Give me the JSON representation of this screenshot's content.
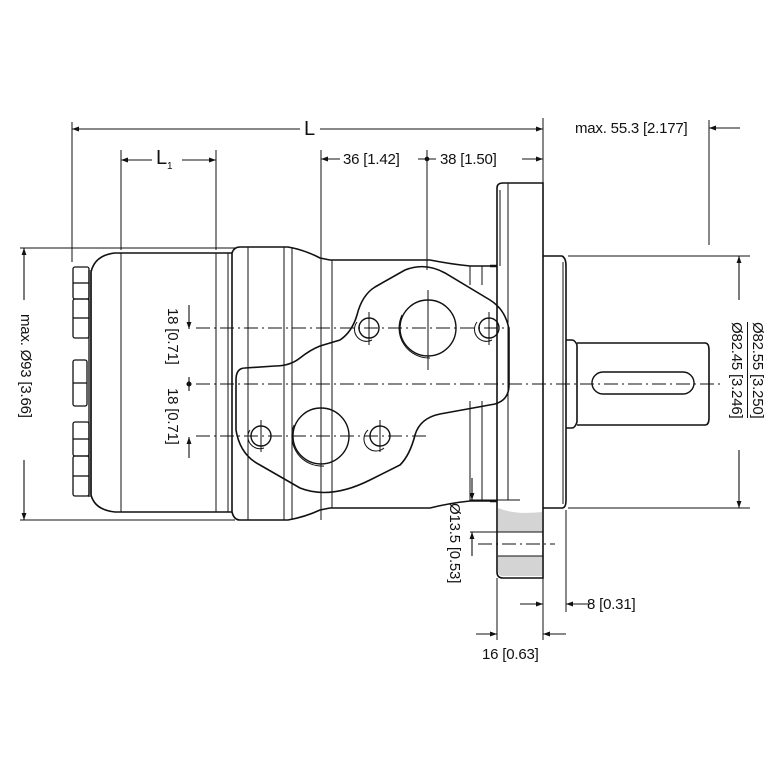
{
  "drawing": {
    "title": "Hydraulic motor dimensional drawing (side view)",
    "line_color": "#111111",
    "hatch_color": "#d4d4d4",
    "background": "#ffffff"
  },
  "dimensions": {
    "overall_length": "L",
    "rear_section_length": "L",
    "rear_section_length_sub": "1",
    "port_offset_rear": "36 [1.42]",
    "port_offset_front": "38 [1.50]",
    "shaft_length_max": "max. 55.3 [2.177]",
    "body_diameter_max": "max. Ø93 [3.66]",
    "port_spacing_upper": "18 [0.71]",
    "port_spacing_lower": "18 [0.71]",
    "pilot_diameter_max": "Ø82.55 [3.250]",
    "pilot_diameter_min": "Ø82.45 [3.246]",
    "mounting_hole_diameter": "Ø13.5 [0.53]",
    "pilot_length": "8 [0.31]",
    "flange_thickness": "16 [0.63]"
  }
}
